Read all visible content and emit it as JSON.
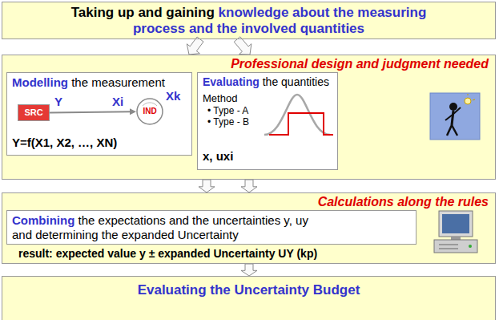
{
  "diagram": {
    "nodes": [
      {
        "text": [
          "Taking up and gaining",
          "knowledge about the measuring process and the involved quantities"
        ]
      },
      {
        "text": [
          "Professional design and judgment needed"
        ]
      },
      {
        "text": [
          "Modelling",
          "the measurement",
          "Y=f(X1, X2, …, XN)"
        ],
        "in": 1
      },
      {
        "text": [
          "SRC"
        ],
        "in": 2
      },
      {
        "text": [
          "IND"
        ],
        "in": 2
      },
      {
        "text": [
          "Evaluating",
          "the quantities",
          "Method",
          "• Type - A",
          "• Type - B",
          "x, uxi"
        ],
        "in": 1
      },
      {
        "text": [
          "Calculations along the rules",
          "result: expected value y ± expanded Uncertainty UY (kp)"
        ]
      },
      {
        "text": [
          "Combining",
          "the expectations and the uncertainties y, uy and determining the expanded Uncertainty"
        ],
        "in": 6
      },
      {
        "text": [
          "Evaluating the Uncertainty Budget"
        ]
      }
    ],
    "edges": [
      {
        "from": 0,
        "to": 1,
        "arrow": "to"
      },
      {
        "from": 0,
        "to": 1,
        "arrow": "to"
      },
      {
        "from": 3,
        "to": 4,
        "arrow": "to"
      },
      {
        "from": 1,
        "to": 6,
        "arrow": "to"
      },
      {
        "from": 1,
        "to": 6,
        "arrow": "to"
      },
      {
        "from": 6,
        "to": 8,
        "arrow": "to"
      }
    ],
    "labels": [
      "Y",
      "Xi",
      "Xk"
    ]
  }
}
